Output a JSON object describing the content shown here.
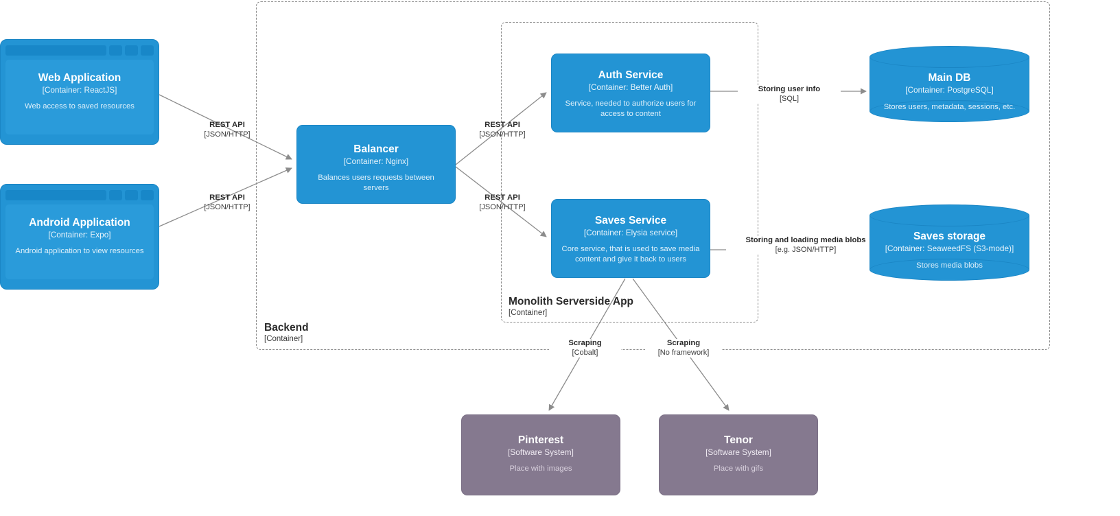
{
  "diagram": {
    "type": "c4-container-diagram",
    "colors": {
      "container": "#2394d4",
      "software_system": "#85798f",
      "boundary_stroke": "#8a8a8a",
      "edge_stroke": "#8c8c8c",
      "text_light": "#ffffff",
      "text_dark": "#2b2b2b"
    }
  },
  "boundaries": [
    {
      "id": "backend",
      "title": "Backend",
      "type": "[Container]"
    },
    {
      "id": "monolith",
      "title": "Monolith Serverside App",
      "type": "[Container]"
    }
  ],
  "nodes": {
    "web_app": {
      "title": "Web Application",
      "tech": "[Container: ReactJS]",
      "desc": "Web access to saved resources",
      "shape": "browser"
    },
    "android_app": {
      "title": "Android Application",
      "tech": "[Container: Expo]",
      "desc": "Android application to view resources",
      "shape": "browser"
    },
    "balancer": {
      "title": "Balancer",
      "tech": "[Container: Nginx]",
      "desc": "Balances users requests between servers",
      "shape": "box"
    },
    "auth_service": {
      "title": "Auth Service",
      "tech": "[Container: Better Auth]",
      "desc": "Service, needed to authorize users for access to content",
      "shape": "box"
    },
    "saves_service": {
      "title": "Saves Service",
      "tech": "[Container: Elysia service]",
      "desc": "Core service, that is used to save media content and give it back to users",
      "shape": "box"
    },
    "main_db": {
      "title": "Main DB",
      "tech": "[Container: PostgreSQL]",
      "desc": "Stores users, metadata, sessions, etc.",
      "shape": "cylinder"
    },
    "saves_storage": {
      "title": "Saves storage",
      "tech": "[Container: SeaweedFS (S3-mode)]",
      "desc": "Stores media blobs",
      "shape": "cylinder"
    },
    "pinterest": {
      "title": "Pinterest",
      "tech": "[Software System]",
      "desc": "Place with images",
      "shape": "box"
    },
    "tenor": {
      "title": "Tenor",
      "tech": "[Software System]",
      "desc": "Place with gifs",
      "shape": "box"
    }
  },
  "edges": [
    {
      "id": "web-to-balancer",
      "from": "web_app",
      "to": "balancer",
      "title": "REST API",
      "tech": "[JSON/HTTP]"
    },
    {
      "id": "android-to-balancer",
      "from": "android_app",
      "to": "balancer",
      "title": "REST API",
      "tech": "[JSON/HTTP]"
    },
    {
      "id": "balancer-to-auth",
      "from": "balancer",
      "to": "auth_service",
      "title": "REST API",
      "tech": "[JSON/HTTP]"
    },
    {
      "id": "balancer-to-saves",
      "from": "balancer",
      "to": "saves_service",
      "title": "REST API",
      "tech": "[JSON/HTTP]"
    },
    {
      "id": "auth-to-maindb",
      "from": "auth_service",
      "to": "main_db",
      "title": "Storing user info",
      "tech": "[SQL]"
    },
    {
      "id": "saves-to-storage",
      "from": "saves_service",
      "to": "saves_storage",
      "title": "Storing and loading media blobs",
      "tech": "[e.g. JSON/HTTP]"
    },
    {
      "id": "saves-to-pinterest",
      "from": "saves_service",
      "to": "pinterest",
      "title": "Scraping",
      "tech": "[Cobalt]"
    },
    {
      "id": "saves-to-tenor",
      "from": "saves_service",
      "to": "tenor",
      "title": "Scraping",
      "tech": "[No framework]"
    }
  ]
}
